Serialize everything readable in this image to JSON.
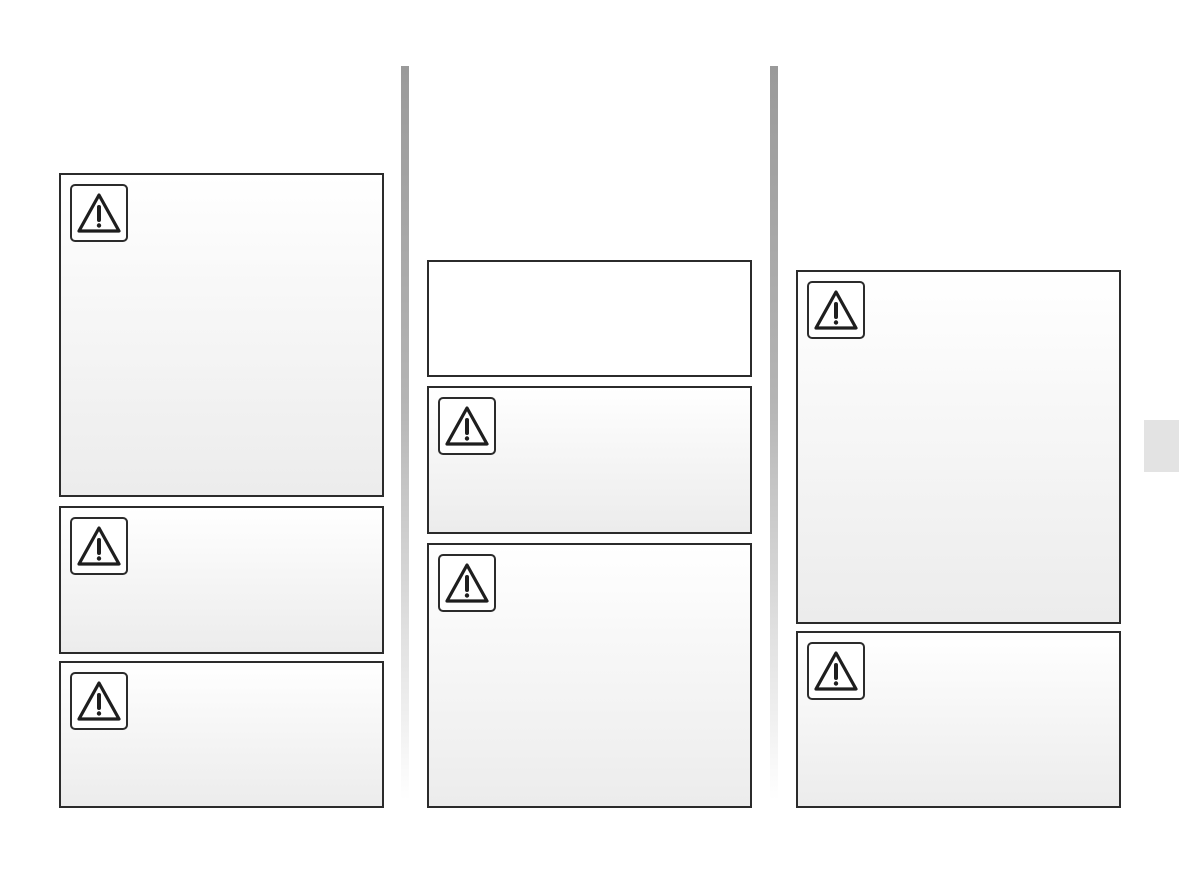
{
  "page": {
    "background_color": "#ffffff",
    "border_color": "#2b2b2b",
    "divider_color": "#9a9a9a",
    "side_tab_color": "#e3e3e3"
  },
  "columns": [
    {
      "boxes": [
        {
          "type": "warning",
          "icon": "warning-triangle-icon"
        },
        {
          "type": "warning",
          "icon": "warning-triangle-icon"
        },
        {
          "type": "warning",
          "icon": "warning-triangle-icon"
        }
      ]
    },
    {
      "boxes": [
        {
          "type": "note"
        },
        {
          "type": "warning",
          "icon": "warning-triangle-icon"
        },
        {
          "type": "warning",
          "icon": "warning-triangle-icon"
        }
      ]
    },
    {
      "boxes": [
        {
          "type": "warning",
          "icon": "warning-triangle-icon"
        },
        {
          "type": "warning",
          "icon": "warning-triangle-icon"
        }
      ]
    }
  ]
}
